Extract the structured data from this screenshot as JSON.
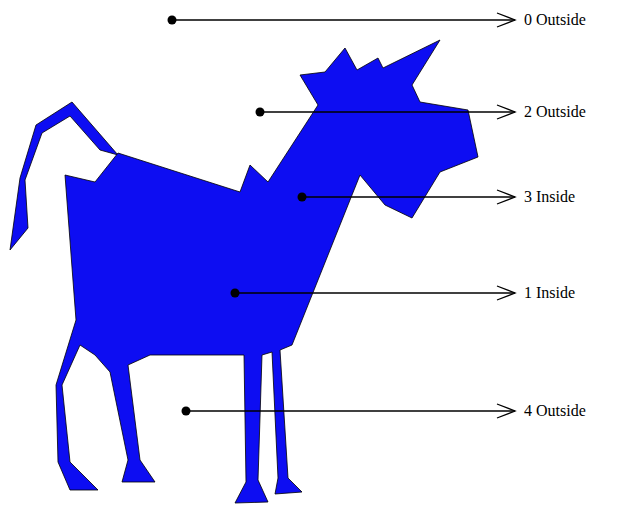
{
  "diagram": {
    "labels": [
      "0 Outside",
      "2 Outside",
      "3 Inside",
      "1 Inside",
      "4 Outside"
    ]
  }
}
